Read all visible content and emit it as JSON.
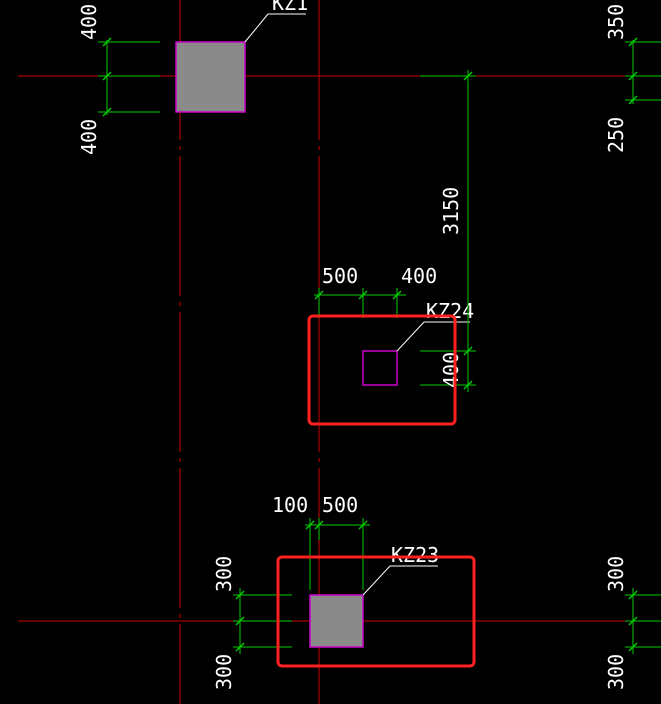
{
  "colors": {
    "background": "#000000",
    "axis": "#cc0000",
    "dimension": "#00cc00",
    "column_fill": "#8a8a8a",
    "column_outline": "#cc00cc",
    "tag_text": "#ffffff",
    "highlight": "#ff2020"
  },
  "columns": {
    "kz1": {
      "tag": "KZ1"
    },
    "kz24": {
      "tag": "KZ24"
    },
    "kz23": {
      "tag": "KZ23"
    }
  },
  "dimensions": {
    "left_top_upper": "400",
    "left_top_lower": "400",
    "right_top_upper": "350",
    "right_top_lower": "250",
    "vertical_span": "3150",
    "kz24_left": "500",
    "kz24_right": "400",
    "kz24_height": "400",
    "kz23_offset": "100",
    "kz23_width": "500",
    "kz23_left_upper": "300",
    "kz23_left_lower": "300",
    "right_bottom_upper": "300",
    "right_bottom_lower": "300"
  }
}
